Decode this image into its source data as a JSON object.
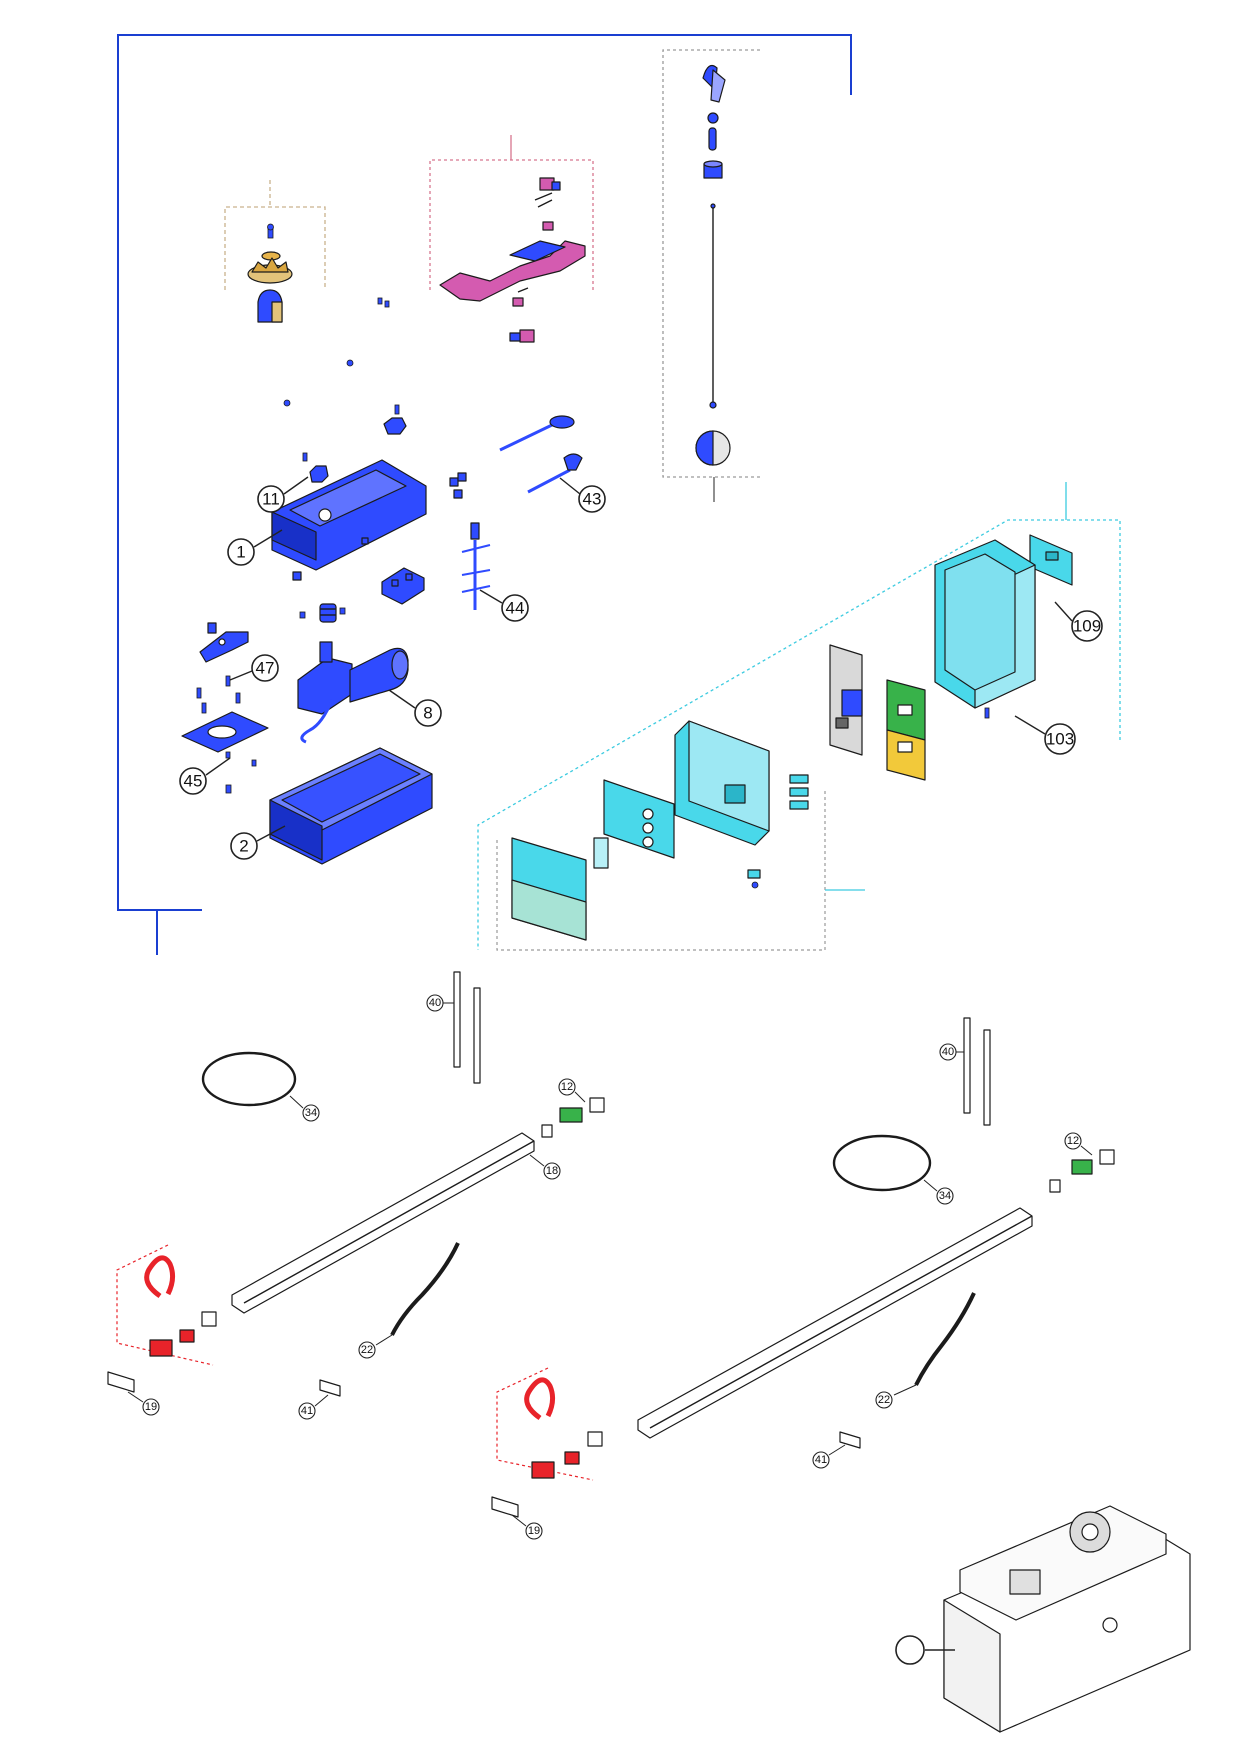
{
  "colors": {
    "blue": "#2f4bff",
    "blue_dark": "#1830c8",
    "cyan": "#49d8ea",
    "cyan_dark": "#2bb5c9",
    "pink": "#d45bb0",
    "red": "#e8232a",
    "green": "#38b24a",
    "yellow": "#f2c93a",
    "frame_blue": "#1a3fd1",
    "dash_pink": "#d7768f",
    "dash_tan": "#c9b28d",
    "dash_grey": "#9a9a9a",
    "dash_cyan": "#3ccbe0"
  },
  "callouts_large": {
    "c1": "1",
    "c2": "2",
    "c8": "8",
    "c11": "11",
    "c43": "43",
    "c44": "44",
    "c45": "45",
    "c47": "47",
    "c103": "103",
    "c109": "109",
    "c_blank": ""
  },
  "callouts_small": {
    "c12a": "12",
    "c12b": "12",
    "c18": "18",
    "c19a": "19",
    "c19b": "19",
    "c22a": "22",
    "c22b": "22",
    "c34a": "34",
    "c34b": "34",
    "c40a": "40",
    "c40b": "40",
    "c41a": "41",
    "c41b": "41"
  }
}
